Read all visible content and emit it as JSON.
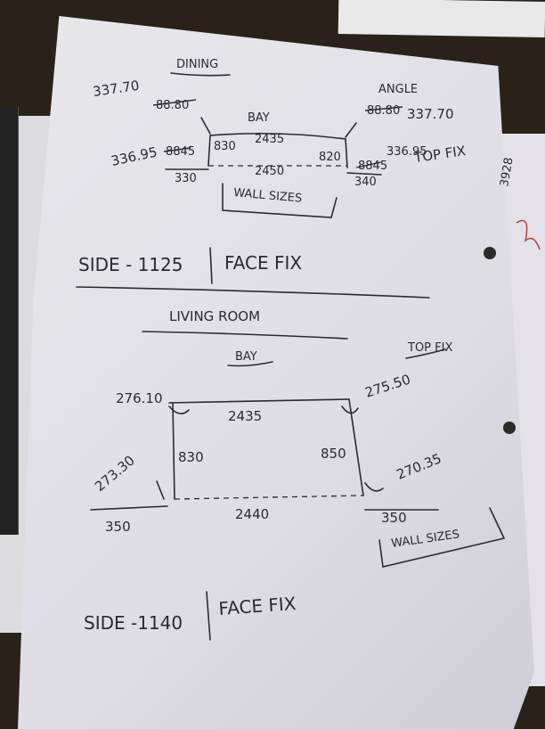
{
  "dining": {
    "title": "DINING",
    "bay_label": "BAY",
    "left_angle_top": "337.70",
    "left_angle_crossed": "88.80",
    "left_angle_side": "336.95",
    "left_small_crossed": "8845",
    "right_angle_label": "ANGLE",
    "right_angle_crossed": "88.80",
    "right_angle_value": "337.70",
    "right_angle_side": "336.95",
    "right_small_crossed": "8845",
    "top_width": "2435",
    "bottom_width": "2450",
    "left_depth": "830",
    "right_depth": "820",
    "left_return": "330",
    "right_return": "340",
    "top_fix": "TOP FIX",
    "wall_sizes": "WALL SIZES",
    "side": "SIDE - 1125",
    "face_fix": "FACE FIX"
  },
  "living": {
    "title": "LIVING ROOM",
    "bay_label": "BAY",
    "top_fix": "TOP FIX",
    "left_top_angle": "276.10",
    "right_top_angle": "275.50",
    "top_width": "2435",
    "left_depth": "830",
    "right_depth": "850",
    "left_bottom_angle": "273.30",
    "right_bottom_angle": "270.35",
    "bottom_width": "2440",
    "left_return": "350",
    "right_return": "350",
    "wall_sizes": "WALL SIZES",
    "side": "SIDE -1140",
    "face_fix": "FACE FIX"
  },
  "edge_note": "3928"
}
